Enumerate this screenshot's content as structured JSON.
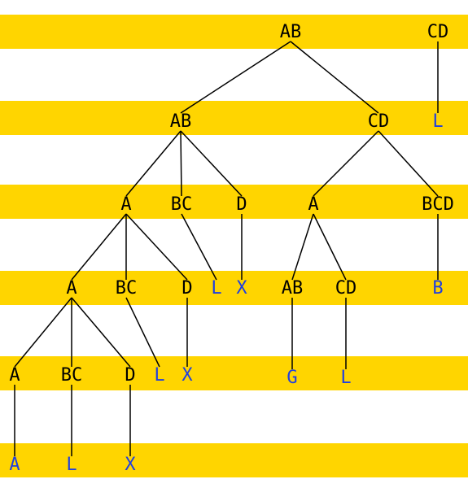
{
  "colors": {
    "band": "#FFD500",
    "node_black": "#000000",
    "node_blue": "#1f3fe0",
    "edge": "#000000"
  },
  "nodes": [
    {
      "id": "r0_ab",
      "label": "AB",
      "color": "black"
    },
    {
      "id": "r0_cd",
      "label": "CD",
      "color": "black"
    },
    {
      "id": "r1_ab",
      "label": "AB",
      "color": "black"
    },
    {
      "id": "r1_cd",
      "label": "CD",
      "color": "black"
    },
    {
      "id": "r1_l",
      "label": "L",
      "color": "blue"
    },
    {
      "id": "r2_a",
      "label": "A",
      "color": "black"
    },
    {
      "id": "r2_bc",
      "label": "BC",
      "color": "black"
    },
    {
      "id": "r2_d",
      "label": "D",
      "color": "black"
    },
    {
      "id": "r2_a2",
      "label": "A",
      "color": "black"
    },
    {
      "id": "r2_bcd",
      "label": "BCD",
      "color": "black"
    },
    {
      "id": "r3_a",
      "label": "A",
      "color": "black"
    },
    {
      "id": "r3_bc",
      "label": "BC",
      "color": "black"
    },
    {
      "id": "r3_d",
      "label": "D",
      "color": "black"
    },
    {
      "id": "r3_l",
      "label": "L",
      "color": "blue"
    },
    {
      "id": "r3_x",
      "label": "X",
      "color": "blue"
    },
    {
      "id": "r3_ab",
      "label": "AB",
      "color": "black"
    },
    {
      "id": "r3_cd",
      "label": "CD",
      "color": "black"
    },
    {
      "id": "r3_b",
      "label": "B",
      "color": "blue"
    },
    {
      "id": "r4_a",
      "label": "A",
      "color": "black"
    },
    {
      "id": "r4_bc",
      "label": "BC",
      "color": "black"
    },
    {
      "id": "r4_d",
      "label": "D",
      "color": "black"
    },
    {
      "id": "r4_l",
      "label": "L",
      "color": "blue"
    },
    {
      "id": "r4_x",
      "label": "X",
      "color": "blue"
    },
    {
      "id": "r4_g",
      "label": "G",
      "color": "blue"
    },
    {
      "id": "r4_l2",
      "label": "L",
      "color": "blue"
    },
    {
      "id": "r5_a",
      "label": "A",
      "color": "blue"
    },
    {
      "id": "r5_l",
      "label": "L",
      "color": "blue"
    },
    {
      "id": "r5_x",
      "label": "X",
      "color": "blue"
    }
  ],
  "edges": [
    [
      "r0_ab",
      "r1_ab"
    ],
    [
      "r0_ab",
      "r1_cd"
    ],
    [
      "r0_cd",
      "r1_l"
    ],
    [
      "r1_ab",
      "r2_a"
    ],
    [
      "r1_ab",
      "r2_bc"
    ],
    [
      "r1_ab",
      "r2_d"
    ],
    [
      "r1_cd",
      "r2_a2"
    ],
    [
      "r1_cd",
      "r2_bcd"
    ],
    [
      "r2_a",
      "r3_a"
    ],
    [
      "r2_a",
      "r3_bc"
    ],
    [
      "r2_a",
      "r3_d"
    ],
    [
      "r2_bc",
      "r3_l"
    ],
    [
      "r2_d",
      "r3_x"
    ],
    [
      "r2_a2",
      "r3_ab"
    ],
    [
      "r2_a2",
      "r3_cd"
    ],
    [
      "r2_bcd",
      "r3_b"
    ],
    [
      "r3_a",
      "r4_a"
    ],
    [
      "r3_a",
      "r4_bc"
    ],
    [
      "r3_a",
      "r4_d"
    ],
    [
      "r3_bc",
      "r4_l"
    ],
    [
      "r3_d",
      "r4_x"
    ],
    [
      "r3_ab",
      "r4_g"
    ],
    [
      "r3_cd",
      "r4_l2"
    ],
    [
      "r4_a",
      "r5_a"
    ],
    [
      "r4_bc",
      "r5_l"
    ],
    [
      "r4_d",
      "r5_x"
    ]
  ]
}
